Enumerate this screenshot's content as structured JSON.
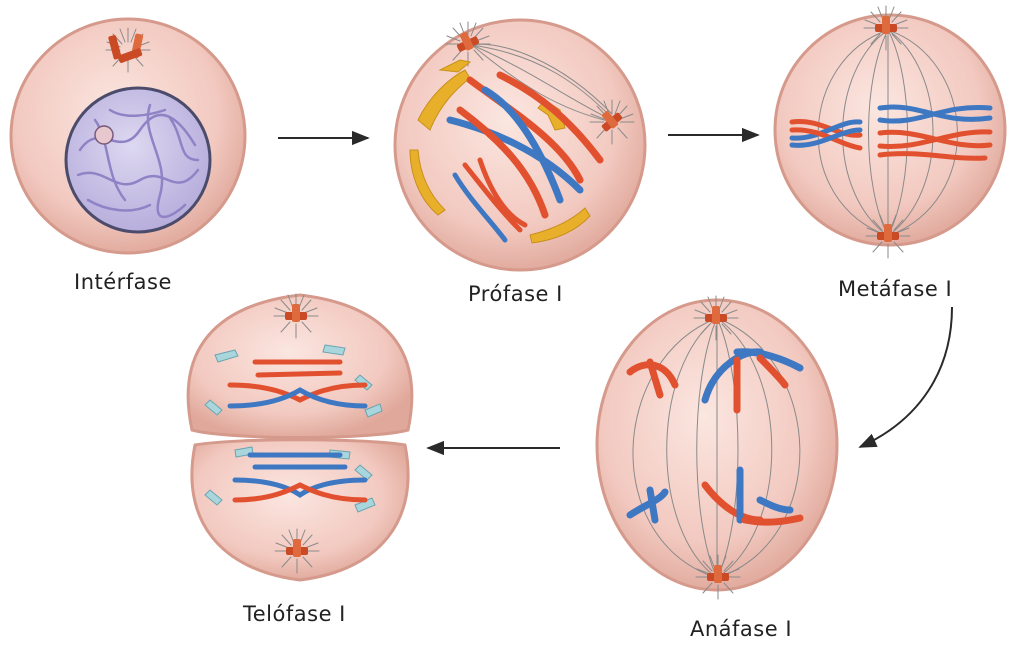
{
  "stages": [
    {
      "id": "interphase",
      "label": "Intérfase"
    },
    {
      "id": "prophase-1",
      "label": "Prófase I"
    },
    {
      "id": "metaphase-1",
      "label": "Metáfase I"
    },
    {
      "id": "anaphase-1",
      "label": "Anáfase I"
    },
    {
      "id": "telophase-1",
      "label": "Telófase I"
    }
  ],
  "colors": {
    "cell_fill": "#f2c9c0",
    "cell_rim": "#d99c8f",
    "nucleus_fill": "#c9c3e6",
    "chromatin": "#9f93cf",
    "chromosome_red": "#e2512f",
    "chromosome_blue": "#3f78c2",
    "nuclear_envelope_fragment": "#e8b02a",
    "centriole": "#c94a24",
    "spindle": "#8a8a8a",
    "arrow": "#2a2a2a"
  },
  "flow": [
    "interphase",
    "prophase-1",
    "metaphase-1",
    "anaphase-1",
    "telophase-1"
  ]
}
